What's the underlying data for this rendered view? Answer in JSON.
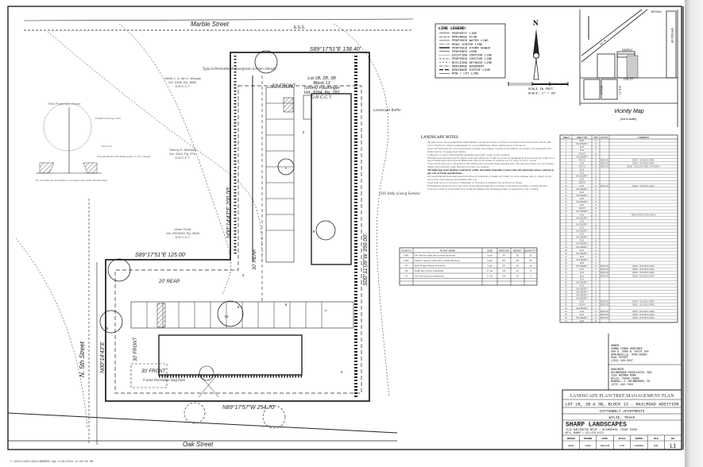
{
  "site_plan": {
    "streets": {
      "north": "Marble Street",
      "south": "Oak Street",
      "west": "N. 5th Street"
    },
    "bearings": {
      "top": "S89°17'51\"E  138.40'",
      "mid": "S89°17'51\"E  125.00'",
      "bottom": "N89°17'57\"W  254.70'",
      "west_upper": "N00°14'43\"E  200.00'",
      "west_lower": "N00°14'43\"E",
      "east": "S00°11'09\"W  350.00'"
    },
    "setbacks": {
      "front_top": "20' FRONT",
      "rear_mid": "20' REAR",
      "rear_right": "30' REAR",
      "front_lower": "30' FRONT",
      "front_bottom": "30' FRONT"
    },
    "lot_label": "Lot 1B, 2B, 3B\nBlock 13\nTommy Paulhinger\nVol. 3094, Pg. 782\nD.R.C.C.T.",
    "neighbors": [
      "David C. & Jan C. Morgan\nVol. 3158, Pg. 1882,\nD.R.C.C.T.",
      "Tommy D. McEwen\nVol. 2314, Pg. 376,\nD.R.C.C.T.",
      "Victor Poole\nVol. 2004283, Pg. 4528\nD.R.C.C.T."
    ],
    "notes": [
      "Typical Perimeter 4' Evergreen Screen (shrub)",
      "Landscape Buffer",
      "(16) Holly (Living Screen)",
      "Frame Perimeter Dog Park"
    ],
    "tree_numbers": [
      "1",
      "2",
      "3",
      "4",
      "5",
      "6",
      "7",
      "8",
      "9",
      "10"
    ],
    "tree_detail": {
      "title": "Tree Protection Fence",
      "labels": [
        "Protect existing roots",
        "Drip line",
        "Orange fence with steel posts, 4' min. height",
        "Do not disturb, excavate or compact soil within fenced area"
      ]
    },
    "ess_label": "E.S.S."
  },
  "line_legend": {
    "title": "LINE LEGEND:",
    "items": [
      "PROPERTY LINE",
      "DRAINAGE FLOW",
      "PROPOSED WATER LINE",
      "ROAD CENTER LINE",
      "PROPOSED STORM SEWER",
      "PROPOSED CURB",
      "EXISTING CONTOUR LINE",
      "PROPOSED CONTOUR LINE",
      "BUILDING SETBACK LINE",
      "DRAINAGE EASEMENT",
      "DRAINAGE DIVIDE LINE",
      "ROW / LOT LINE"
    ]
  },
  "north_arrow": {
    "label": "N",
    "scale_text": "SCALE IN FEET",
    "scale": "SCALE: 1\" = 20'"
  },
  "vicinity_map": {
    "title": "Vicinity Map",
    "subtitle": "(not to scale)",
    "streets": [
      "SH 78",
      "BROWN",
      "SPENCE DR",
      "MARBLE",
      "OAK ST",
      "5TH ST",
      "6TH ST"
    ]
  },
  "landscape_notes": {
    "title": "LANDSCAPE NOTES",
    "items": [
      "All grass areas are to be Bermuda Hydromulch, sod and/or Zoysia sod. Due to potential water restrictions, check with City of Wylie for current requirements for sod establishment. Must existing grass is ill restore.",
      "Grass and bed areas are to be separated by 6 gauge steel edging. Ground cover/annual color beds to be separated from shrub beds by 14 gauge steel edging.",
      "Contractor to verify plant material quantities and notify owner of any conflicts.",
      "Planting bed preparation shall consist of incorporating one 4 cubic foot bale of sphagnum peat moss and one 3 cubic foot bag of landscapers mix (Special Blend) into the top six inches of existing soil for every 35 sq. ft. of bed.",
      "Trees in turf areas are to be planted with existing soil excavated from planting hole. The tree excavation is to be 4 inches deeper and 24 inches wider than the root ball to be planted.",
      "All landscape areas shall be watered by a fully automatic irrigation system with rain and freeze sensor controls as per City of Wylie specifications.",
      "All plant material shall meet American Nursery Standards of height and width for each container size or caliper of tree and be free from disease and handled with care.",
      "Trees shall have a root ball of a minimum of 10 inches of diameter for each inch of caliper.",
      "Excluding groundcover and color beds, plant material shall have 2 inches of decomposed granite covering the bed.",
      "Contractor shall be responsible for locating all utilities and obtaining permits as required by City of Wylie."
    ]
  },
  "plant_table": {
    "headers": [
      "PLANT #",
      "PLANT NAME",
      "SIZE",
      "SPACING",
      "HEIGHT",
      "QUANTITY"
    ],
    "rows": [
      [
        "DBH",
        "Dwf. Burford Holly (Ilex cornuta 'Burfordii')",
        "5 gal",
        "36\"",
        "36\"",
        "55"
      ],
      [
        "NRS",
        "Nellie R. Stevens Holly (Ilex x 'Nellie Stevens')",
        "5 gal",
        "60\"",
        "48\"",
        "68"
      ],
      [
        "SG",
        "Shell Ginger (Alpinia zerumbet)",
        "5 gal",
        "36\"",
        "36\"",
        "16"
      ],
      [
        "CE",
        "Cedar Elm (Ulmus crassifolia)",
        "3\" cal",
        "NA",
        "10'",
        "5"
      ],
      [
        "LO",
        "Live Oak (Quercus virginiana)",
        "3\" cal",
        "NA",
        "10'",
        "4"
      ]
    ]
  },
  "tree_table": {
    "headers": [
      "TREE #",
      "TREE TYPE",
      "DBH",
      "STATUS",
      "COMMENTS"
    ],
    "rows_count_note": "",
    "rows": [
      [
        "1",
        "ELM",
        "14",
        "",
        ""
      ],
      [
        "2",
        "HACKBERRY",
        "12",
        "",
        ""
      ],
      [
        "3",
        "ELM",
        "10",
        "",
        ""
      ],
      [
        "4",
        "ELM",
        "8",
        "",
        ""
      ],
      [
        "5",
        "CEDAR",
        "16",
        "",
        ""
      ],
      [
        "6",
        "HACKBERRY",
        "8",
        "",
        ""
      ],
      [
        "7",
        "PECAN",
        "24",
        "REMOVE",
        "DEMO - BUILDING AREA"
      ],
      [
        "8",
        "ELM",
        "10",
        "REMOVE",
        "DEMO - BUILDING AREA"
      ],
      [
        "9",
        "PECAN",
        "18",
        "REMOVE",
        "DEMO - BUILDING AREA / DRIVEWAY"
      ],
      [
        "10",
        "ELM",
        "12",
        "",
        ""
      ],
      [
        "11",
        "ELM",
        "8",
        "",
        ""
      ],
      [
        "12",
        "HACKBERRY",
        "10",
        "",
        ""
      ],
      [
        "13",
        "ELM",
        "14",
        "",
        ""
      ],
      [
        "14",
        "CEDAR",
        "8",
        "",
        ""
      ],
      [
        "15",
        "ELM",
        "10",
        "REMOVE",
        "DEMO - BUILDING AREA"
      ],
      [
        "16",
        "HACKBERRY",
        "12",
        "",
        ""
      ],
      [
        "17",
        "ELM",
        "8",
        "",
        ""
      ],
      [
        "18",
        "HACKBERRY",
        "6",
        "",
        ""
      ],
      [
        "19",
        "ELM",
        "8",
        "",
        ""
      ],
      [
        "20",
        "HACKBERRY",
        "10",
        "",
        ""
      ],
      [
        "21",
        "ELM",
        "8",
        "",
        ""
      ],
      [
        "22",
        "CEDAR",
        "12",
        "",
        ""
      ],
      [
        "23",
        "HACKBERRY",
        "8",
        "",
        ""
      ],
      [
        "24",
        "ELM",
        "10",
        "",
        "TREE PROTECTION LIMITS"
      ],
      [
        "25",
        "HACKBERRY",
        "12",
        "",
        ""
      ],
      [
        "26",
        "ELM",
        "8",
        "",
        ""
      ],
      [
        "27",
        "HACKBERRY",
        "10",
        "",
        ""
      ],
      [
        "28",
        "ELM",
        "14",
        "",
        ""
      ],
      [
        "29",
        "HACKBERRY",
        "8",
        "",
        ""
      ],
      [
        "30",
        "ELM",
        "6",
        "",
        ""
      ],
      [
        "31",
        "HACKBERRY",
        "8",
        "",
        ""
      ],
      [
        "32",
        "ELM",
        "10",
        "",
        ""
      ],
      [
        "33",
        "HACKBERRY",
        "12",
        "",
        ""
      ],
      [
        "34",
        "HACKBERRY",
        "8",
        "",
        ""
      ],
      [
        "35",
        "ELM",
        "10",
        "",
        ""
      ],
      [
        "36",
        "HACKBERRY",
        "14",
        "",
        ""
      ],
      [
        "37",
        "ELM",
        "8",
        "",
        ""
      ],
      [
        "38",
        "HACKBERRY",
        "6",
        "",
        ""
      ],
      [
        "39",
        "ELM",
        "8",
        "",
        ""
      ],
      [
        "40",
        "HACKBERRY",
        "10",
        "REMOVE",
        "DEMO - BUILDING AREA"
      ],
      [
        "41",
        "ELM",
        "8",
        "REMOVE",
        "DEMO - BUILDING AREA"
      ],
      [
        "42",
        "ELM",
        "8",
        "REMOVE",
        "DEMO - BUILDING AREA"
      ],
      [
        "43",
        "ELM",
        "10",
        "REMOVE",
        "DEMO - BUILDING AREA"
      ],
      [
        "44",
        "ELM",
        "12",
        "",
        ""
      ],
      [
        "45",
        "HACKBERRY",
        "8",
        "",
        ""
      ],
      [
        "46",
        "ELM",
        "6",
        "",
        ""
      ],
      [
        "47",
        "HACKBERRY",
        "8",
        "",
        ""
      ],
      [
        "48",
        "HACKBERRY",
        "10",
        "",
        ""
      ],
      [
        "49",
        "HACKBERRY",
        "8",
        "",
        ""
      ],
      [
        "50",
        "HACKBERRY",
        "12",
        "",
        ""
      ],
      [
        "51",
        "ELM",
        "10",
        "REMOVE",
        "DEMO - BUILDING AREA"
      ],
      [
        "52",
        "CEDAR",
        "8",
        "REMOVE",
        "DEMO - BUILDING AREA"
      ],
      [
        "53",
        "HACKBERRY",
        "6",
        "",
        ""
      ],
      [
        "54",
        "ELM",
        "12",
        "REMOVE",
        "DEMO - BUILDING AREA"
      ],
      [
        "55",
        "ELM",
        "14",
        "REMOVE",
        "DEMO - BUILDING AREA"
      ],
      [
        "56",
        "HACKBERRY",
        "10",
        "REMOVE",
        "DEMO - BUILDING AREA"
      ],
      [
        "57",
        "ELM",
        "16",
        "",
        ""
      ]
    ]
  },
  "owner_block": {
    "owner": [
      "OWNER:",
      "SUMMA TERRA VENTURES",
      "580 S. 2000 W. SUITE 250",
      "SPRINGVILLE, UTAH 84663",
      "PAUL POTEET",
      "(253) 320-0357"
    ],
    "engineer": [
      "ENGINEER:",
      "HELMBERGER ASSOCIATES, INC.",
      "1525 BOZMAN ROAD",
      "WYLIE, TEXAS 75098",
      "RANDALL J. HELMBERGER, PE",
      "(972) 442-7459"
    ]
  },
  "title_block": {
    "title": "LANDSCAPE PLAN/TREE MANAGEMENT PLAN",
    "lot": "LOT 1B, 2B & 3B, BLOCK 13 - RAILROAD ADDITION",
    "project": "COTTONBELT APARTMENTS",
    "city": "WYLIE, TEXAS",
    "firm": "SHARP LANDSCAPES",
    "firm_address": "1129 HUNTINGTON DRIVE • RICHARDSON, TEXAS  75080",
    "firm_contact": "BILL SHARP • 972-978-6172",
    "cells": [
      {
        "label": "DESIGN",
        "value": "HELM"
      },
      {
        "label": "DRAWN",
        "value": "CADD"
      },
      {
        "label": "DATE",
        "value": "FEB 2015"
      },
      {
        "label": "SCALE",
        "value": "1\"=20'"
      },
      {
        "label": "NOTES",
        "value": "LANDREV"
      },
      {
        "label": "FILE",
        "value": "1601"
      },
      {
        "label": "NO.",
        "value": "L1"
      }
    ]
  },
  "footer_path": "T:\\2015\\1601\\1601LBORDER.dgn  2/26/2015 11:46:46 AM",
  "colors": {
    "ink": "#222222",
    "paper": "#ffffff",
    "hatch": "#888888"
  }
}
